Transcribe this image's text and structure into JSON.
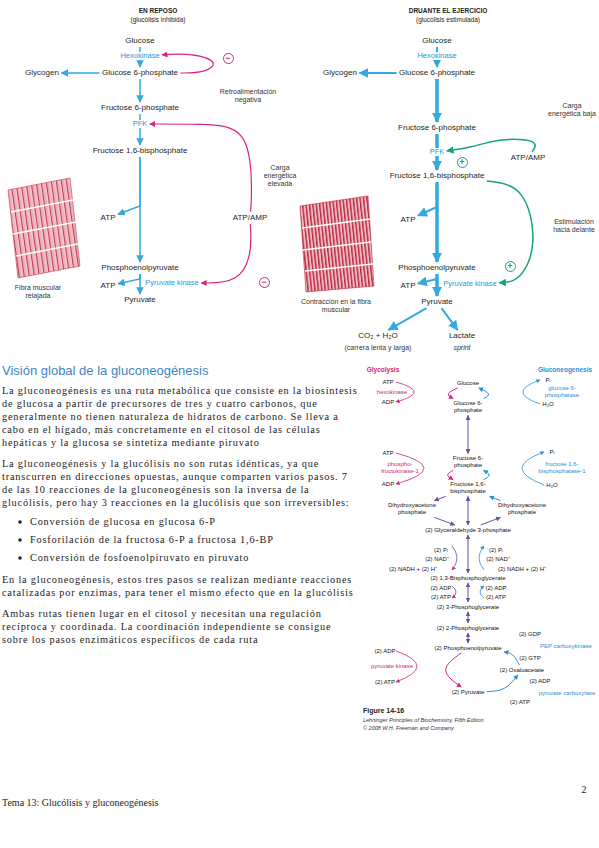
{
  "diagram": {
    "title": "Visión global de la gluconeogénesis",
    "nodes": [
      {
        "text": [
          "Glucose"
        ]
      },
      {
        "text": [
          "Hexokinase"
        ]
      },
      {
        "text": [
          "Glycogen"
        ]
      },
      {
        "text": [
          "Glucose 6-phosphate"
        ]
      },
      {
        "text": [
          "Fructose 6-phosphate"
        ]
      },
      {
        "text": [
          "PFK"
        ]
      },
      {
        "text": [
          "Fructose 1,6-bisphosphate"
        ]
      },
      {
        "text": [
          "ATP"
        ]
      },
      {
        "text": [
          "ATP/AMP"
        ]
      },
      {
        "text": [
          "Phosphoenolpyruvate"
        ]
      },
      {
        "text": [
          "ATP"
        ]
      },
      {
        "text": [
          "Pyruvate kinase"
        ]
      },
      {
        "text": [
          "Pyruvate"
        ]
      },
      {
        "text": [
          "Glucose"
        ]
      },
      {
        "text": [
          "Hexokinase"
        ]
      },
      {
        "text": [
          "Glycogen"
        ]
      },
      {
        "text": [
          "Glucose 6-phosphate"
        ]
      },
      {
        "text": [
          "Fructose 6-phosphate"
        ]
      },
      {
        "text": [
          "PFK"
        ]
      },
      {
        "text": [
          "ATP/AMP"
        ]
      },
      {
        "text": [
          "Fructose 1,6-bisphosphate"
        ]
      },
      {
        "text": [
          "ATP"
        ]
      },
      {
        "text": [
          "Phosphoenolpyruvate"
        ]
      },
      {
        "text": [
          "ATP"
        ]
      },
      {
        "text": [
          "Pyruvate kinase"
        ]
      },
      {
        "text": [
          "Pyruvate"
        ]
      },
      {
        "text": [
          "CO₂ + H₂O"
        ]
      },
      {
        "text": [
          "Lactate"
        ]
      },
      {
        "text": [
          "Glucose"
        ]
      },
      {
        "text": [
          "Glucose 6-phosphate"
        ]
      },
      {
        "text": [
          "Fructose 6-phosphate"
        ]
      },
      {
        "text": [
          "Fructose 1,6-bisphosphate"
        ]
      },
      {
        "text": [
          "Dihydroxyacetone phosphate"
        ]
      },
      {
        "text": [
          "Dihydroxyacetone phosphate"
        ]
      },
      {
        "text": [
          "(2) Glyceraldehyde 3-phosphate"
        ]
      },
      {
        "text": [
          "(2) 1,3-Bisphosphoglycerate"
        ]
      },
      {
        "text": [
          "(2) 3-Phosphoglycerate"
        ]
      },
      {
        "text": [
          "(2) 2-Phosphoglycerate"
        ]
      },
      {
        "text": [
          "(2) Phosphoenolpyruvate"
        ]
      },
      {
        "text": [
          "(2) Oxaloacetate"
        ]
      },
      {
        "text": [
          "(2) Pyruvate"
        ]
      }
    ],
    "edges": [
      {
        "from": 0,
        "to": 3,
        "arrow": "to"
      },
      {
        "from": 3,
        "to": 2,
        "arrow": "to"
      },
      {
        "from": 3,
        "to": 4,
        "arrow": "to"
      },
      {
        "from": 4,
        "to": 6,
        "arrow": "to"
      },
      {
        "from": 6,
        "to": 9,
        "arrow": "to"
      },
      {
        "from": 6,
        "to": 7,
        "arrow": "to"
      },
      {
        "from": 9,
        "to": 12,
        "arrow": "to"
      },
      {
        "from": 9,
        "to": 10,
        "arrow": "to"
      },
      {
        "from": 3,
        "to": 1,
        "arrow": "to"
      },
      {
        "from": 8,
        "to": 5,
        "arrow": "to"
      },
      {
        "from": 8,
        "to": 11,
        "arrow": "to"
      },
      {
        "from": 13,
        "to": 16,
        "arrow": "to"
      },
      {
        "from": 16,
        "to": 15,
        "arrow": "to"
      },
      {
        "from": 16,
        "to": 17,
        "arrow": "to"
      },
      {
        "from": 17,
        "to": 20,
        "arrow": "to"
      },
      {
        "from": 20,
        "to": 22,
        "arrow": "to"
      },
      {
        "from": 20,
        "to": 21,
        "arrow": "to"
      },
      {
        "from": 22,
        "to": 25,
        "arrow": "to"
      },
      {
        "from": 22,
        "to": 23,
        "arrow": "to"
      },
      {
        "from": 25,
        "to": 26,
        "arrow": "to"
      },
      {
        "from": 25,
        "to": 27,
        "arrow": "to"
      },
      {
        "from": 19,
        "to": 18,
        "arrow": "to"
      },
      {
        "from": 20,
        "to": 24,
        "arrow": "to"
      },
      {
        "from": 28,
        "to": 29,
        "arrow": "to"
      },
      {
        "from": 29,
        "to": 28,
        "arrow": "to"
      },
      {
        "from": 29,
        "to": 30,
        "arrow": "both"
      },
      {
        "from": 30,
        "to": 31,
        "arrow": "to"
      },
      {
        "from": 31,
        "to": 30,
        "arrow": "to"
      },
      {
        "from": 31,
        "to": 32,
        "arrow": "to"
      },
      {
        "from": 31,
        "to": 34,
        "arrow": "both"
      },
      {
        "from": 33,
        "to": 31,
        "arrow": "to"
      },
      {
        "from": 32,
        "to": 34,
        "arrow": "to"
      },
      {
        "from": 34,
        "to": 33,
        "arrow": "to"
      },
      {
        "from": 34,
        "to": 35,
        "arrow": "both"
      },
      {
        "from": 35,
        "to": 36,
        "arrow": "both"
      },
      {
        "from": 36,
        "to": 37,
        "arrow": "both"
      },
      {
        "from": 37,
        "to": 38,
        "arrow": "both"
      },
      {
        "from": 38,
        "to": 40,
        "arrow": "to"
      },
      {
        "from": 40,
        "to": 39,
        "arrow": "to"
      },
      {
        "from": 39,
        "to": 38,
        "arrow": "to"
      }
    ],
    "labels": [
      "EN REPOSO",
      "(glucólisis inhibida)",
      "Retroalimentación negativa",
      "−",
      "Carga energética elevada",
      "−",
      "Fibra muscular relajada",
      "DRUANTE EL EJERCICIO",
      "(glucólisis estimulada)",
      "Carga energética baja",
      "+",
      "Estimulación hacia delante",
      "+",
      "Contracción en la fibra muscular",
      "(carrera lenta y larga)",
      "sprint",
      "La gluconeogénesis es una ruta metabólica que consiste en la biosíntesis de glucosa a partir de precursores de tres y cuatro carbonos, que generalmente no tienen naturaleza de hidratos de carbono. Se lleva a cabo en el hígado, más concretamente en el citosol de las células hepáticas y la glucosa se sintetiza mediante piruvato",
      "La gluconeogénesis y la glucólisis no son rutas idénticas, ya que transcurren en direcciones opuestas, aunque comparten varios pasos. 7 de las 10 reacciones de la gluconeogénesis son la inversa de la glucólisis, pero hay 3 reacciones en la glucólisis que son irreversibles:",
      "Conversión de glucosa en glucosa 6-P",
      "Fosforilación de la fructosa 6-P a fructosa 1,6-BP",
      "Conversión de fosfoenolpiruvato en piruvato",
      "En la gluconeogénesis, estos tres pasos se realizan mediante reacciones catalizadas por enzimas, para tener el mismo efecto que en la glucólisis",
      "Ambas rutas tienen lugar en el citosol y necesitan una regulación recíproca y coordinada. La coordinación independiente se consigue sobre los pasos enzimáticos específicos de cada ruta",
      "Glycolysis",
      "Gluconeogenesis",
      "ATP",
      "hexokinase",
      "ADP",
      "Pᵢ",
      "glucose 6-phosphatase",
      "H₂O",
      "ATP",
      "phospho-fructokinase-1",
      "ADP",
      "Pᵢ",
      "fructose 1,6-bisphosphatase-1",
      "H₂O",
      "(2) Pᵢ",
      "(2) Pᵢ",
      "(2) NAD⁺",
      "(2) NAD⁺",
      "(2) NADH + (2) H⁺",
      "(2) NADH + (2) H⁺",
      "(2) ADP",
      "(2) ADP",
      "(2) ATP",
      "(2) ATP",
      "(2) GDP",
      "PEP carboxykinase",
      "(2) GTP",
      "(2) ADP",
      "pyruvate kinase",
      "(2) ATP",
      "(2) ADP",
      "pyruvate carboxylase",
      "(2) ATP",
      "Figure 14-16",
      "Lehninger Principles of Biochemistry, Fifth Edition",
      "© 2008 W.H. Freeman and Company",
      "Tema 13: Glucólisis y gluconeogénesis",
      "2"
    ]
  }
}
